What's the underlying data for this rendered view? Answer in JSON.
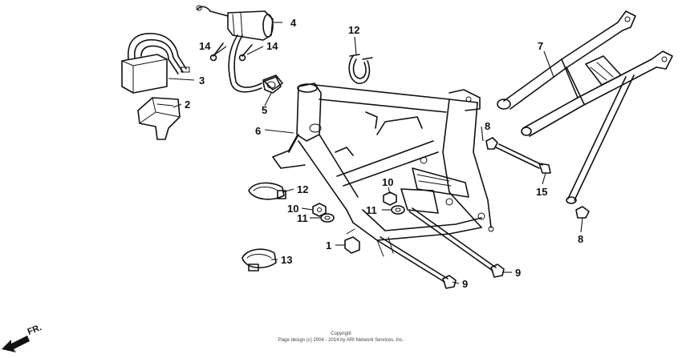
{
  "callouts": {
    "c1": "1",
    "c2": "2",
    "c3": "3",
    "c4": "4",
    "c5": "5",
    "c6": "6",
    "c7": "7",
    "c8a": "8",
    "c8b": "8",
    "c9a": "9",
    "c9b": "9",
    "c10a": "10",
    "c10b": "10",
    "c11a": "11",
    "c11b": "11",
    "c12a": "12",
    "c12b": "12",
    "c13": "13",
    "c14a": "14",
    "c14b": "14",
    "c15": "15"
  },
  "direction": {
    "label": "FR."
  },
  "footer": {
    "line1": "Copyright",
    "line2": "Page design (c) 2004 - 2014 by ARI Network Services, Inc."
  }
}
